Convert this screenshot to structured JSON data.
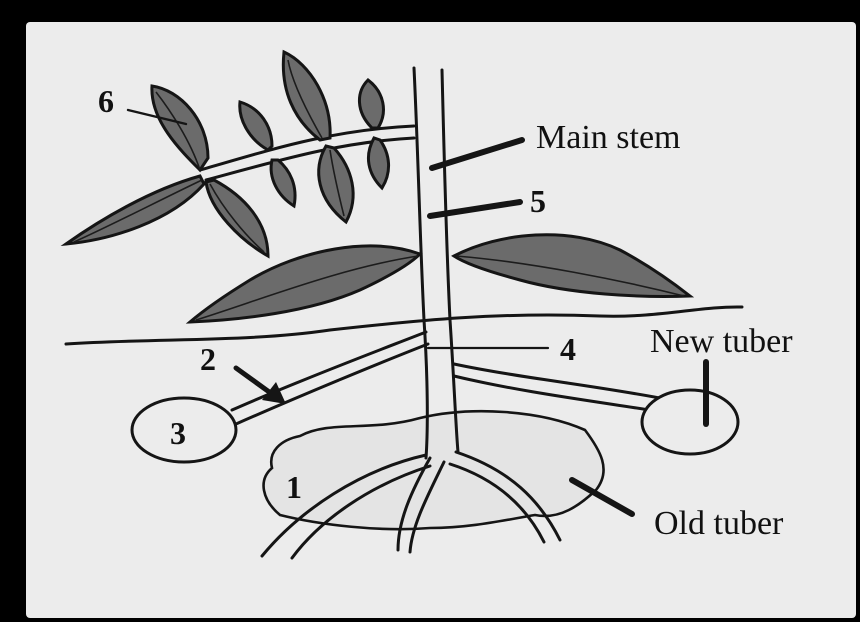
{
  "labels": {
    "main_stem": "Main stem",
    "new_tuber": "New tuber",
    "old_tuber": "Old tuber",
    "n1": "1",
    "n2": "2",
    "n3": "3",
    "n4": "4",
    "n5": "5",
    "n6": "6"
  },
  "colors": {
    "paper": "#ececec",
    "ink": "#151515",
    "leaf": "#6b6b6b"
  }
}
